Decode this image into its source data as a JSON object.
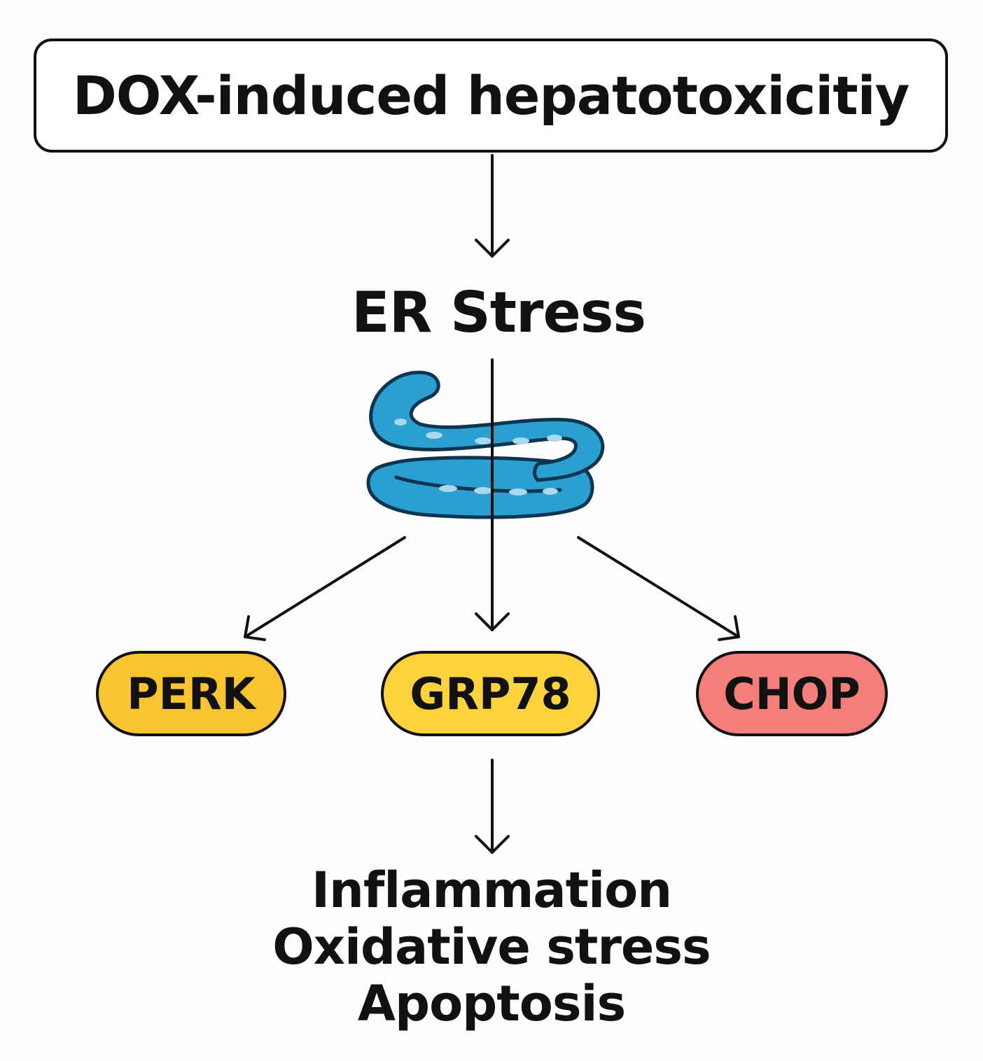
{
  "title": "DOX-induced hepatotoxicitiy",
  "hub": {
    "label": "ER Stress",
    "icon": "endoplasmic-reticulum-icon"
  },
  "markers": [
    {
      "label": "PERK",
      "color": "#f8c531"
    },
    {
      "label": "GRP78",
      "color": "#fdd23d"
    },
    {
      "label": "CHOP",
      "color": "#f47f7a"
    }
  ],
  "outcomes": [
    "Inflammation",
    "Oxidative stress",
    "Apoptosis"
  ],
  "colors": {
    "stroke": "#111111",
    "er_outer": "#2a9fd0",
    "er_inner": "#1f8fc2",
    "er_lumen_dots": "#a9d9ec",
    "background": "#fdfdfd"
  }
}
